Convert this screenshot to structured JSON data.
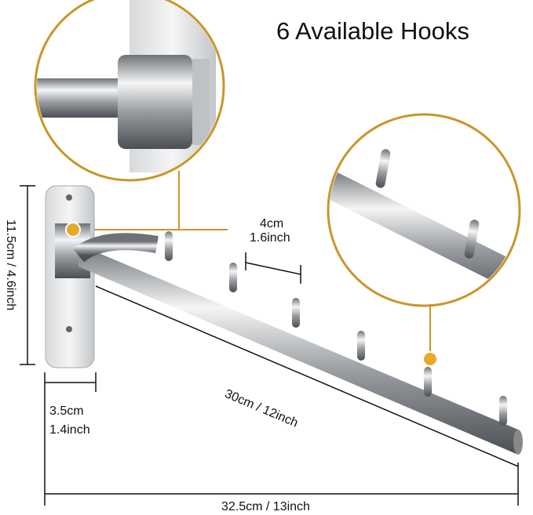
{
  "title": "6 Available Hooks",
  "dimensions": {
    "height": "11.5cm / 4.6inch",
    "spacing_cm": "4cm",
    "spacing_inch": "1.6inch",
    "bar_length": "30cm / 12inch",
    "plate_width_cm": "3.5cm",
    "plate_width_inch": "1.4inch",
    "total_length": "32.5cm / 13inch"
  },
  "colors": {
    "accent": "#c9962b",
    "metal": "#b9bcc0",
    "line": "#111111"
  }
}
